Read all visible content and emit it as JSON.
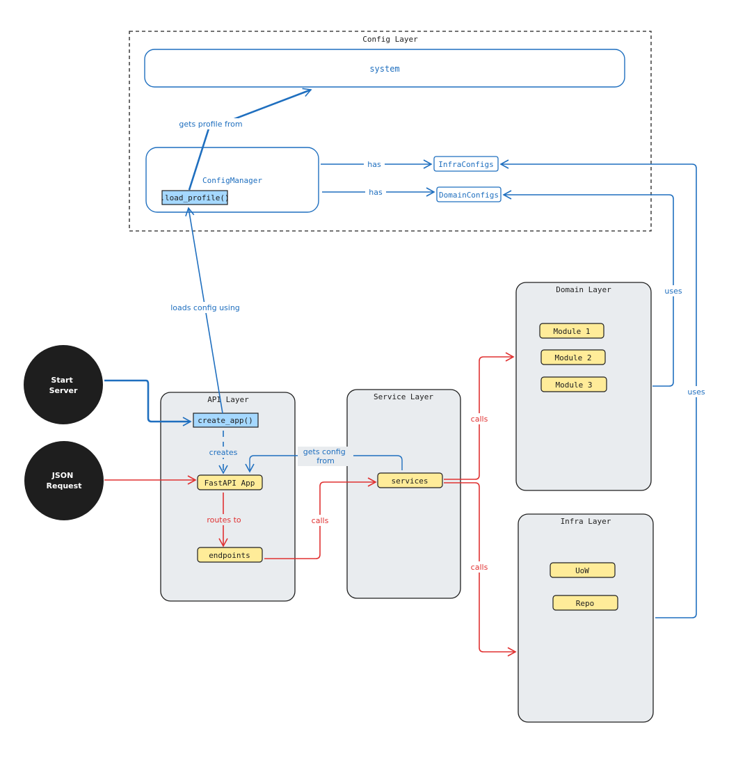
{
  "colors": {
    "blue": "#1f6fbf",
    "blue_light": "#a5d8ff",
    "red": "#e03131",
    "yellow": "#ffec99",
    "panel": "#e9ecef",
    "dark": "#1e1e1e"
  },
  "config_layer": {
    "title": "Config Layer",
    "system": "system",
    "config_manager": "ConfigManager",
    "load_profile": ".load_profile()",
    "infra_configs": "InfraConfigs",
    "domain_configs": "DomainConfigs"
  },
  "triggers": {
    "start_server": [
      "Start",
      "Server"
    ],
    "json_request": [
      "JSON",
      "Request"
    ]
  },
  "api_layer": {
    "title": "API Layer",
    "create_app": "create_app()",
    "fastapi_app": "FastAPI App",
    "endpoints": "endpoints"
  },
  "service_layer": {
    "title": "Service Layer",
    "services": "services"
  },
  "domain_layer": {
    "title": "Domain Layer",
    "modules": [
      "Module 1",
      "Module 2",
      "Module 3"
    ]
  },
  "infra_layer": {
    "title": "Infra Layer",
    "uow": "UoW",
    "repo": "Repo"
  },
  "edges": {
    "gets_profile_from": "gets profile from",
    "has_infra": "has",
    "has_domain": "has",
    "loads_config_using": "loads config using",
    "creates": "creates",
    "gets_config_from": [
      "gets config",
      "from"
    ],
    "routes_to": "routes to",
    "calls_endpoints": "calls",
    "calls_domain": "calls",
    "calls_infra": "calls",
    "uses_domain": "uses",
    "uses_infra": "uses"
  }
}
